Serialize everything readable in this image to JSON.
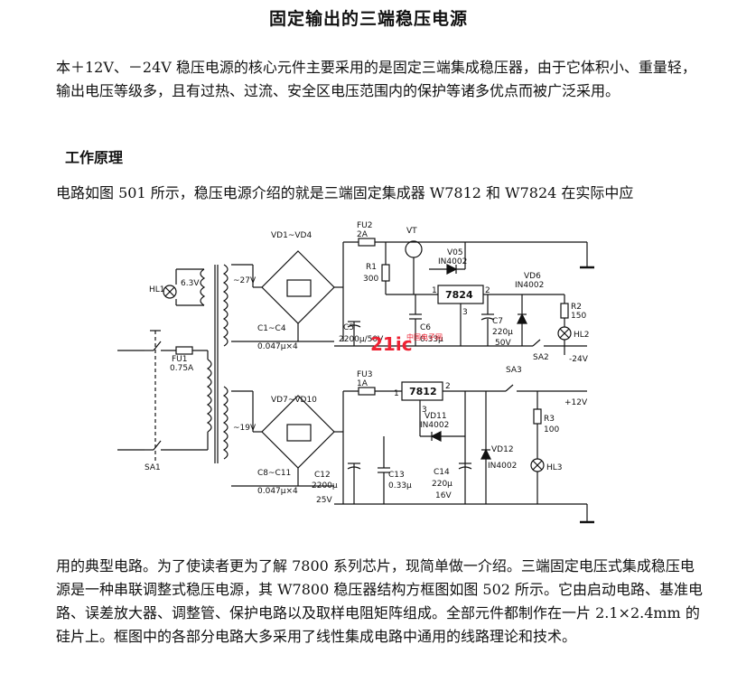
{
  "title": "固定输出的三端稳压电源",
  "intro": "本＋12V、－24V 稳压电源的核心元件主要采用的是固定三端集成稳压器，由于它体积小、重量轻，输出电压等级多，且有过热、过流、安全区电压范围内的保护等诸多优点而被广泛采用。",
  "section_heading": "工作原理",
  "para_before_figure": "电路如图 501 所示，稳压电源介绍的就是三端固定集成器 W7812 和 W7824 在实际中应",
  "para_after_figure": "用的典型电路。为了使读者更为了解 7800 系列芯片，现简单做一介绍。三端固定电压式集成稳压电源是一种串联调整式稳压电源，其 W7800 稳压器结构方框图如图 502 所示。它由启动电路、基准电路、误差放大器、调整管、保护电路以及取样电阻矩阵组成。全部元件都制作在一片 2.1×2.4mm 的硅片上。框图中的各部分电路大多采用了线性集成电路中通用的线路理论和技术。",
  "circuit": {
    "labels": {
      "vd1_vd4": "VD1~VD4",
      "fu2": "FU2",
      "fu2_val": "2A",
      "vt": "VT",
      "v05": "V05",
      "v05_val": "IN4002",
      "hl1": "HL1",
      "hl1_val": "6.3V",
      "tr_27v": "~27V",
      "r1": "R1",
      "r1_val": "300",
      "ic_7824": "7824",
      "vd6": "VD6",
      "vd6_val": "IN4002",
      "r2": "R2",
      "r2_val": "150",
      "hl2": "HL2",
      "c1_c4": "C1~C4",
      "c5": "C5",
      "c5_val": "2200μ/50V",
      "c6": "C6",
      "c6_val": "0.33μ",
      "c7": "C7",
      "c7_val": "220μ",
      "c7_v": "50V",
      "cap_047_a": "0.047μ×4",
      "sa2": "SA2",
      "out_neg": "-24V",
      "fu1": "FU1",
      "fu1_val": "0.75A",
      "fu3": "FU3",
      "fu3_val": "1A",
      "ic_7812": "7812",
      "sa3": "SA3",
      "out_pos": "+12V",
      "vd7_vd10": "VD7~VD10",
      "vd11": "VD11",
      "vd11_val": "IN4002",
      "tr_19v": "~19V",
      "r3": "R3",
      "r3_val": "100",
      "vd12": "VD12",
      "vd12_val": "IN4002",
      "hl3": "HL3",
      "c8_c11": "C8~C11",
      "c12": "C12",
      "c12_val": "2200μ",
      "c12_v": "25V",
      "c13": "C13",
      "c13_val": "0.33μ",
      "c14": "C14",
      "c14_val": "220μ",
      "c14_v": "16V",
      "cap_047_b": "0.047μ×4",
      "sa1": "SA1",
      "pin1_a": "1",
      "pin2_a": "2",
      "pin3_a": "3",
      "pin1_b": "1",
      "pin2_b": "2",
      "pin3_b": "3",
      "watermark": "21ic",
      "watermark_sub": "中国电子网"
    }
  }
}
